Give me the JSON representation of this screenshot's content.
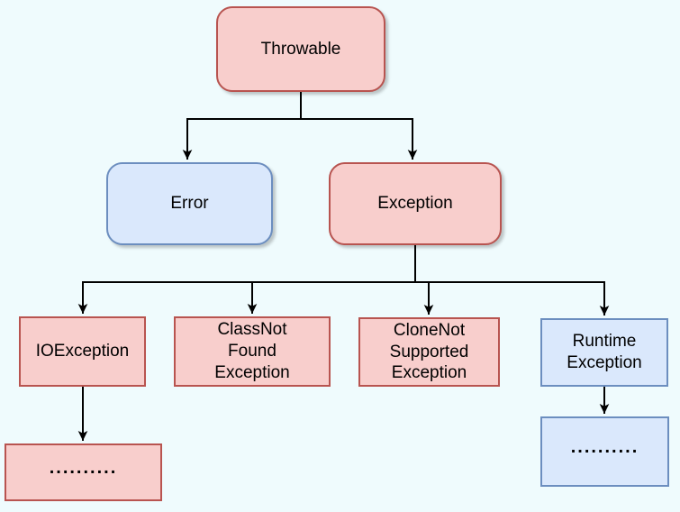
{
  "colors": {
    "background": "#effbfd",
    "pink_fill": "#f8cecc",
    "pink_border": "#b85450",
    "blue_fill": "#dae8fc",
    "blue_border": "#6c8ebf",
    "arrow": "#000000",
    "text": "#000000"
  },
  "diagram": {
    "type": "tree",
    "description": "Exception class hierarchy flowchart",
    "nodes": {
      "throwable": {
        "label": "Throwable",
        "style": "pink-rounded"
      },
      "error": {
        "label": "Error",
        "style": "blue-rounded"
      },
      "exception": {
        "label": "Exception",
        "style": "pink-rounded"
      },
      "io_exception": {
        "label": "IOException",
        "style": "pink-rect"
      },
      "class_not_found_exception": {
        "label": "ClassNot\nFound\nException",
        "style": "pink-rect"
      },
      "clone_not_supported_exception": {
        "label": "CloneNot\nSupported\nException",
        "style": "pink-rect"
      },
      "runtime_exception": {
        "label": "Runtime\nException",
        "style": "blue-rect"
      },
      "io_exception_placeholder": {
        "label": "..........",
        "style": "pink-rect"
      },
      "runtime_exception_placeholder": {
        "label": "..........",
        "style": "blue-rect"
      }
    },
    "edges": [
      {
        "from": "throwable",
        "to": "error"
      },
      {
        "from": "throwable",
        "to": "exception"
      },
      {
        "from": "exception",
        "to": "io_exception"
      },
      {
        "from": "exception",
        "to": "class_not_found_exception"
      },
      {
        "from": "exception",
        "to": "clone_not_supported_exception"
      },
      {
        "from": "exception",
        "to": "runtime_exception"
      },
      {
        "from": "io_exception",
        "to": "io_exception_placeholder"
      },
      {
        "from": "runtime_exception",
        "to": "runtime_exception_placeholder"
      }
    ]
  }
}
